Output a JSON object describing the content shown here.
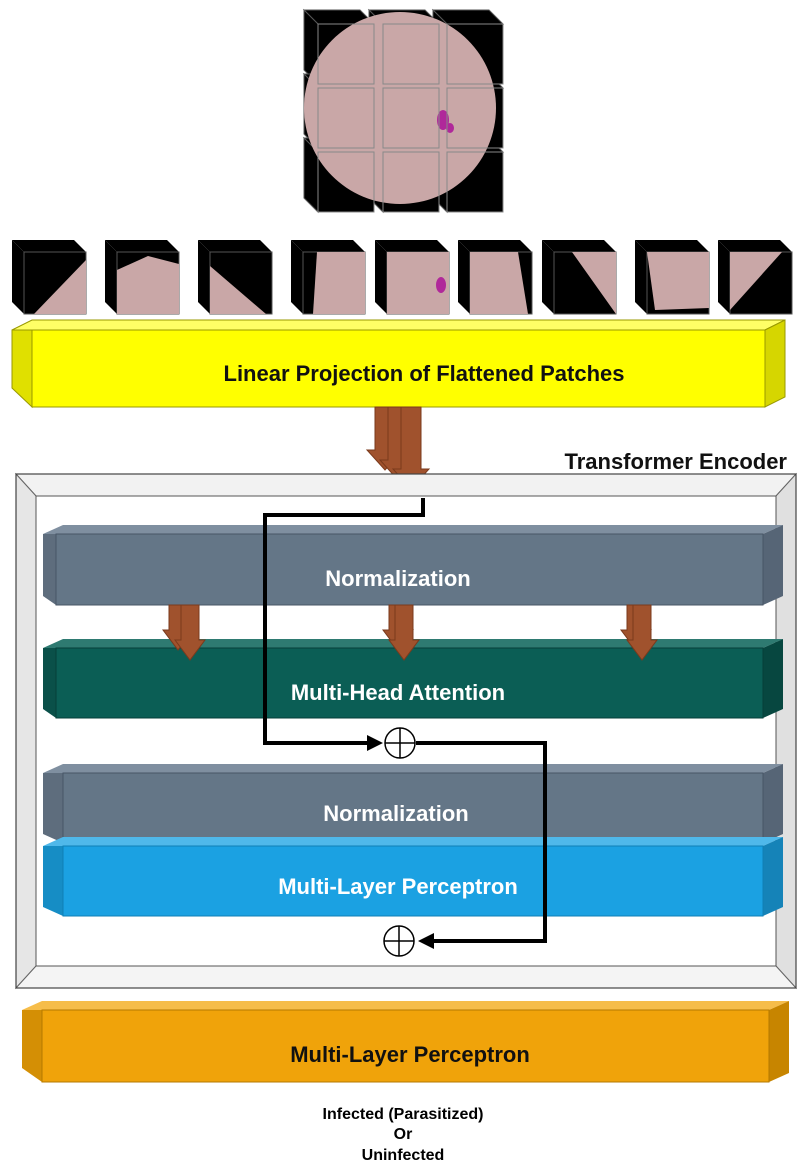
{
  "diagram": {
    "linear_projection_label": "Linear Projection of Flattened Patches",
    "encoder_title": "Transformer Encoder",
    "normalization_1_label": "Normalization",
    "attention_label": "Multi-Head Attention",
    "normalization_2_label": "Normalization",
    "encoder_mlp_label": "Multi-Layer Perceptron",
    "head_mlp_label": "Multi-Layer Perceptron",
    "output_lines": [
      "Infected (Parasitized)",
      "Or",
      "Uninfected"
    ]
  },
  "colors": {
    "linear_projection": "#ffff00",
    "normalization": "#647687",
    "attention": "#0b5e55",
    "encoder_mlp": "#1ba1e2",
    "head_mlp": "#f0a30a",
    "arrow": "#a0522d",
    "cell_pink": "#c9a7a7",
    "parasite": "#b0289a"
  },
  "patches": {
    "count": 9,
    "grid": "3x3",
    "content": [
      "black-corner-top-left",
      "pink-top-edge",
      "black-corner-top-right",
      "pink-left-edge",
      "pink-with-parasite",
      "pink-right-edge",
      "black-corner-bottom-left",
      "pink-bottom-edge",
      "black-corner-bottom-right"
    ]
  }
}
